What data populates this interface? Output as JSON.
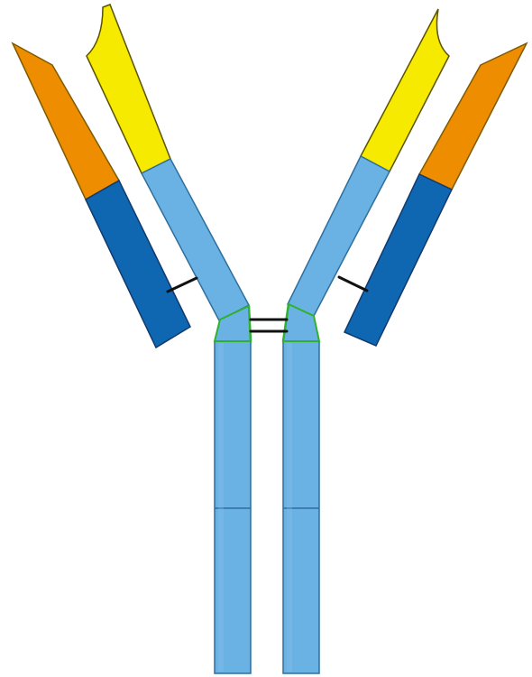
{
  "diagram": {
    "colors": {
      "heavy_constant": "#6BB2E4",
      "heavy_variable": "#F6EA00",
      "light_constant": "#0F67B1",
      "light_variable": "#EE8D00",
      "outline": "#2E6F9E",
      "disulfide_bond": "#111111",
      "hinge_outline": "#2FB12F",
      "background": "#FFFFFF"
    },
    "parts": [
      "left-heavy-chain-arm",
      "right-heavy-chain-arm",
      "left-light-chain",
      "right-light-chain",
      "left-fc-stem",
      "right-fc-stem",
      "hinge-region",
      "disulfide-bonds"
    ]
  }
}
